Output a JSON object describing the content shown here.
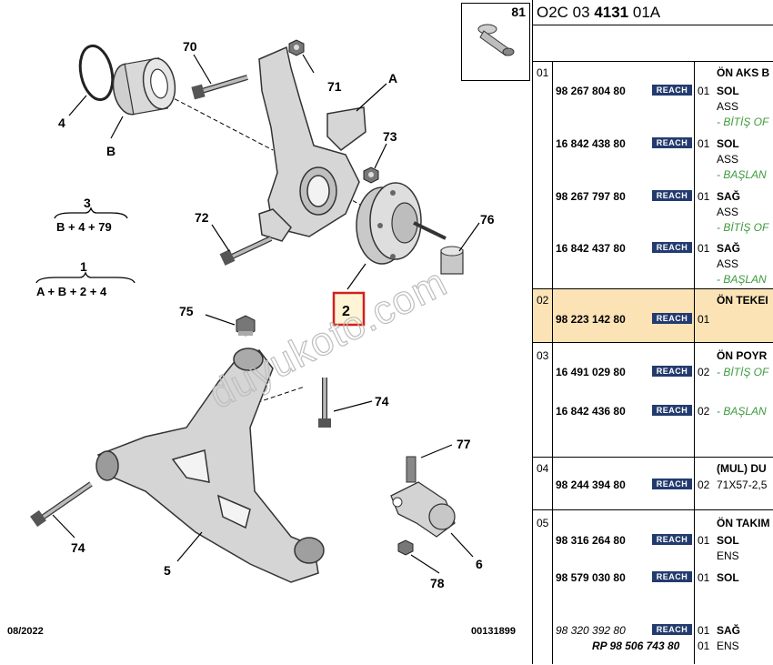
{
  "header": {
    "prefix": "O2C 03 ",
    "group_code": "4131",
    "suffix": " 01A",
    "fig_ref": "81"
  },
  "diagram": {
    "callouts": {
      "c70": "70",
      "c71": "71",
      "cA": "A",
      "c4": "4",
      "cB": "B",
      "c73": "73",
      "c72": "72",
      "c76": "76",
      "c2": "2",
      "c75": "75",
      "c74a": "74",
      "c74b": "74",
      "c77": "77",
      "c5": "5",
      "c6": "6",
      "c78": "78",
      "c3": "3",
      "c1": "1"
    },
    "formula_3": "B + 4 + 79",
    "formula_1": "A + B + 2 + 4",
    "watermark": "duyukoto.com",
    "footer_date": "08/2022",
    "footer_code": "00131899"
  },
  "table": {
    "reach_label": "REACH",
    "groups": [
      {
        "num": "01",
        "title": "ÖN AKS B",
        "entries": [
          {
            "pn": "98 267 804 80",
            "qty": "01",
            "side": "SOL",
            "sub": "ASS",
            "note": "- BİTİŞ OF"
          },
          {
            "pn": "16 842 438 80",
            "qty": "01",
            "side": "SOL",
            "sub": "ASS",
            "note": "- BAŞLAN"
          },
          {
            "pn": "98 267 797 80",
            "qty": "01",
            "side": "SAĞ",
            "sub": "ASS",
            "note": "- BİTİŞ OF"
          },
          {
            "pn": "16 842 437 80",
            "qty": "01",
            "side": "SAĞ",
            "sub": "ASS",
            "note": "- BAŞLAN"
          }
        ]
      },
      {
        "num": "02",
        "title": "ÖN TEKEI",
        "entries": [
          {
            "pn": "98 223 142 80",
            "qty": "01"
          }
        ]
      },
      {
        "num": "03",
        "title": "ÖN POYR",
        "entries": [
          {
            "pn": "16 491 029 80",
            "qty": "02",
            "note": "- BİTİŞ OF"
          },
          {
            "pn": "16 842 436 80",
            "qty": "02",
            "note": "- BAŞLAN"
          }
        ]
      },
      {
        "num": "04",
        "title": "(MUL) DU",
        "entries": [
          {
            "pn": "98 244 394 80",
            "qty": "02",
            "side": "71X57-2,5"
          }
        ]
      },
      {
        "num": "05",
        "title": "ÖN TAKIM",
        "entries": [
          {
            "pn": "98 316 264 80",
            "qty": "01",
            "side": "SOL",
            "sub": "ENS"
          },
          {
            "pn": "98 579 030 80",
            "qty": "01",
            "side": "SOL"
          },
          {
            "pn": "98 320 392 80",
            "qty": "01",
            "side": "SAĞ"
          },
          {
            "rp": "RP 98 506 743 80",
            "qty": "01",
            "side": "ENS"
          }
        ]
      }
    ]
  }
}
